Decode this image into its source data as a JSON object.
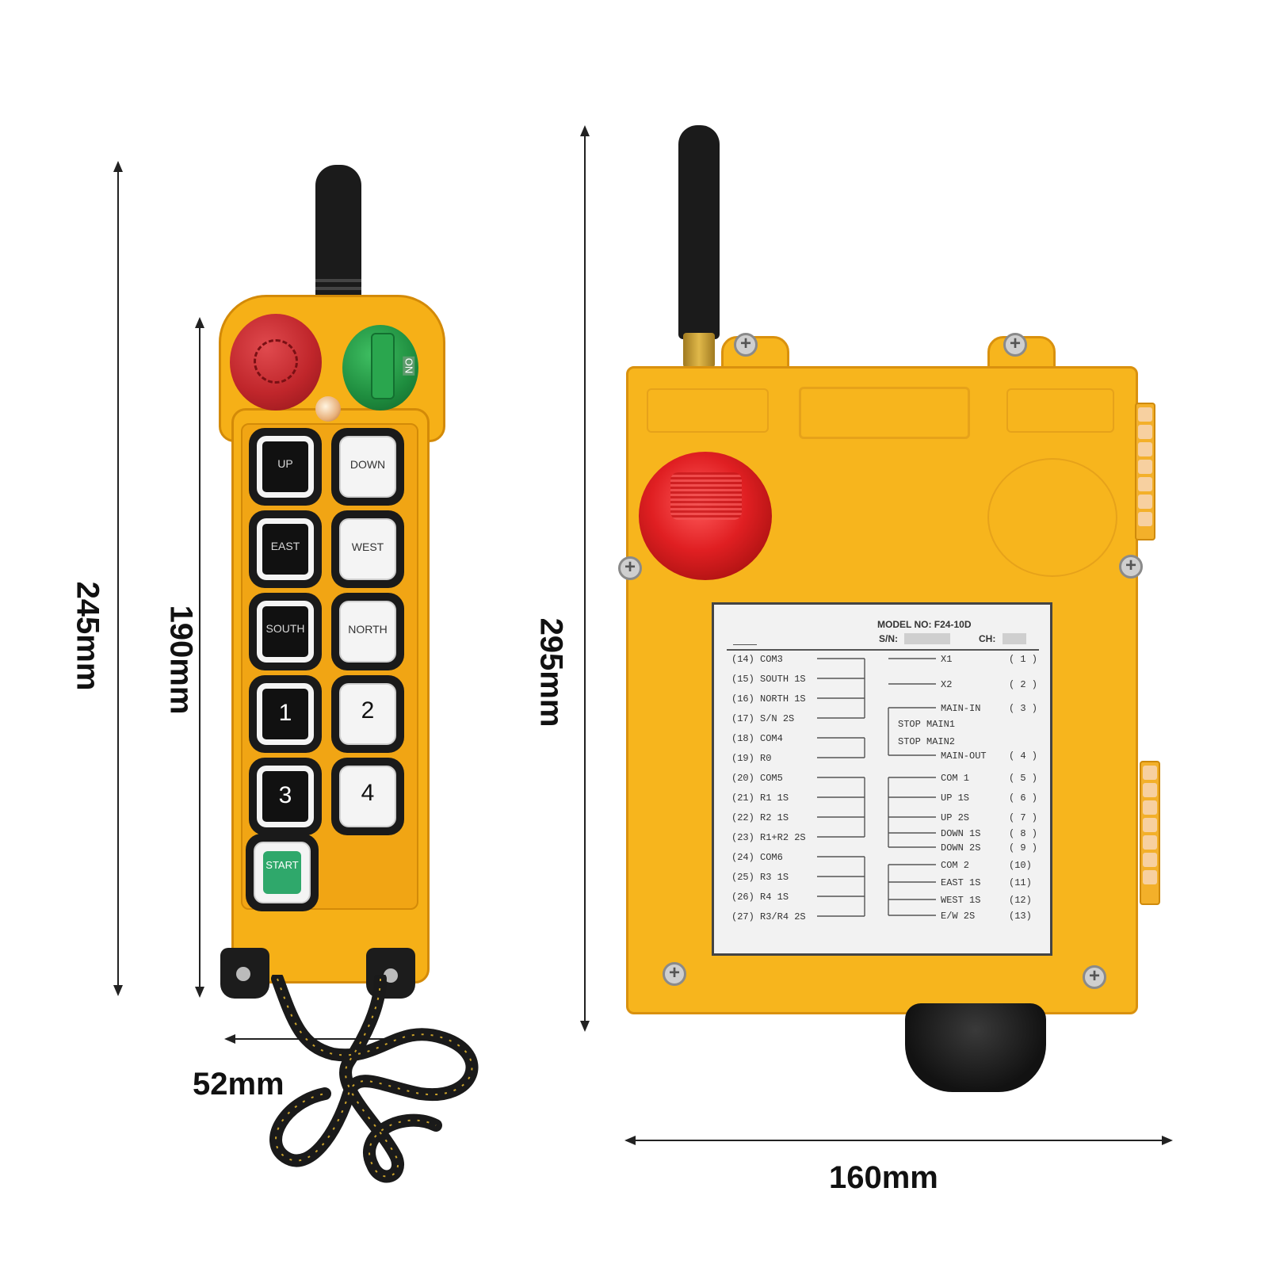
{
  "dimensions": {
    "remote_total_height": "245mm",
    "remote_body_height": "190mm",
    "remote_width": "52mm",
    "receiver_height": "295mm",
    "receiver_width": "160mm"
  },
  "remote": {
    "switch_label": "ON",
    "buttons": [
      {
        "label": "UP"
      },
      {
        "label": "DOWN"
      },
      {
        "label": "EAST"
      },
      {
        "label": "WEST"
      },
      {
        "label": "SOUTH"
      },
      {
        "label": "NORTH"
      },
      {
        "label": "1"
      },
      {
        "label": "2"
      },
      {
        "label": "3"
      },
      {
        "label": "4"
      },
      {
        "label": "START"
      }
    ]
  },
  "receiver": {
    "model_label": "MODEL NO:",
    "model_value": "F24-10D",
    "sn_label": "S/N:",
    "ch_label": "CH:",
    "left_terminals": [
      {
        "num": "(14)",
        "name": "COM3"
      },
      {
        "num": "(15)",
        "name": "SOUTH 1S"
      },
      {
        "num": "(16)",
        "name": "NORTH 1S"
      },
      {
        "num": "(17)",
        "name": "S/N 2S"
      },
      {
        "num": "(18)",
        "name": "COM4"
      },
      {
        "num": "(19)",
        "name": "R0"
      },
      {
        "num": "(20)",
        "name": "COM5"
      },
      {
        "num": "(21)",
        "name": "R1 1S"
      },
      {
        "num": "(22)",
        "name": "R2 1S"
      },
      {
        "num": "(23)",
        "name": "R1+R2 2S"
      },
      {
        "num": "(24)",
        "name": "COM6"
      },
      {
        "num": "(25)",
        "name": "R3 1S"
      },
      {
        "num": "(26)",
        "name": "R4 1S"
      },
      {
        "num": "(27)",
        "name": "R3/R4 2S"
      }
    ],
    "right_terminals": [
      {
        "name": "X1",
        "num": "( 1 )"
      },
      {
        "name": "X2",
        "num": "( 2 )"
      },
      {
        "name": "MAIN-IN",
        "num": "( 3 )"
      },
      {
        "name": "STOP MAIN1",
        "num": ""
      },
      {
        "name": "STOP MAIN2",
        "num": ""
      },
      {
        "name": "MAIN-OUT",
        "num": "( 4 )"
      },
      {
        "name": "COM 1",
        "num": "( 5 )"
      },
      {
        "name": "UP 1S",
        "num": "( 6 )"
      },
      {
        "name": "UP 2S",
        "num": "( 7 )"
      },
      {
        "name": "DOWN 1S",
        "num": "( 8 )"
      },
      {
        "name": "DOWN 2S",
        "num": "( 9 )"
      },
      {
        "name": "COM 2",
        "num": "(10)"
      },
      {
        "name": "EAST 1S",
        "num": "(11)"
      },
      {
        "name": "WEST 1S",
        "num": "(12)"
      },
      {
        "name": "E/W 2S",
        "num": "(13)"
      }
    ]
  },
  "colors": {
    "body_yellow": "#f6b017",
    "estop_red": "#c0262b",
    "switch_green": "#1e8c3e",
    "start_green": "#2fa86b"
  }
}
